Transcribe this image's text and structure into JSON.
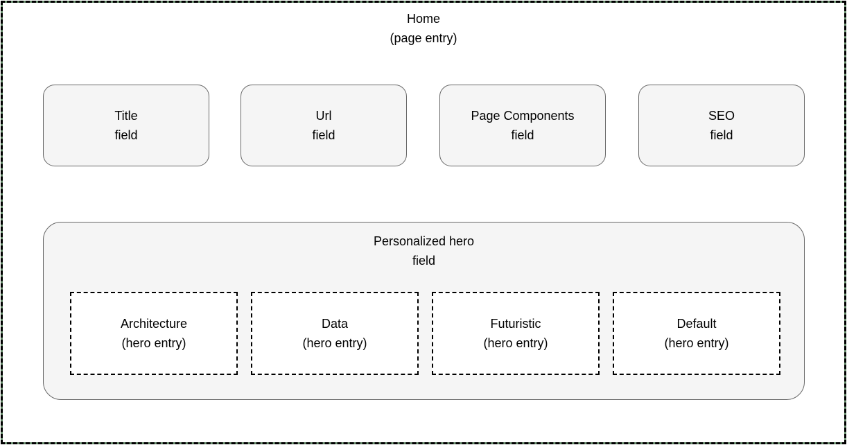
{
  "page": {
    "title": "Home",
    "subtitle": "(page entry)"
  },
  "fields": [
    {
      "name": "Title",
      "type": "field"
    },
    {
      "name": "Url",
      "type": "field"
    },
    {
      "name": "Page Components",
      "type": "field"
    },
    {
      "name": "SEO",
      "type": "field"
    }
  ],
  "hero": {
    "name": "Personalized hero",
    "type": "field",
    "entries": [
      {
        "name": "Architecture",
        "type": "(hero entry)"
      },
      {
        "name": "Data",
        "type": "(hero entry)"
      },
      {
        "name": "Futuristic",
        "type": "(hero entry)"
      },
      {
        "name": "Default",
        "type": "(hero entry)"
      }
    ]
  },
  "colors": {
    "background": "#ffffff",
    "box_fill": "#f5f5f5",
    "box_stroke": "#666666",
    "entry_fill": "#ffffff",
    "entry_stroke": "#000000",
    "page_border_dash": "#000000",
    "page_border_accent": "#6a8f6f",
    "text": "#000000"
  }
}
